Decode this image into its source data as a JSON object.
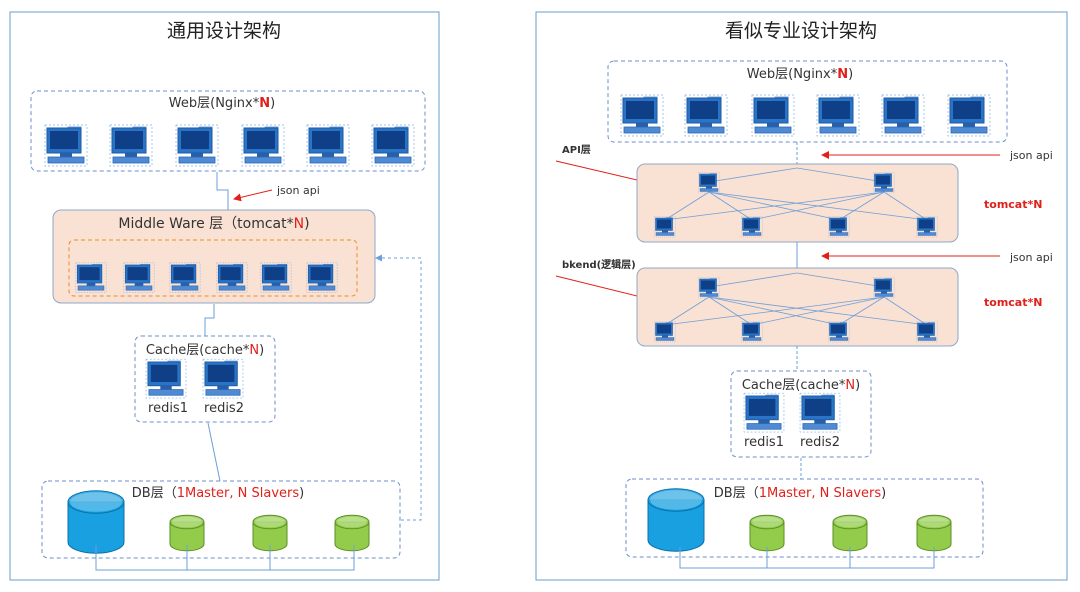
{
  "colors": {
    "panel_border": "#6a9ccd",
    "dash_border": "#6a8fc9",
    "middleware_fill": "#f9e1d3",
    "middleware_border": "#8ea8c9",
    "inner_dash": "#f08a28",
    "accent_red": "#e0201b",
    "connector": "#6d9fd8",
    "master_db": "#19a0e0",
    "slave_db": "#93cc4b",
    "computer": "#2a74c7"
  },
  "icons": {
    "server": "computer-icon",
    "database": "database-icon"
  },
  "left": {
    "title": "通用设计架构",
    "web_layer": {
      "prefix": "Web层(Nginx*",
      "n": "N",
      "suffix": ")"
    },
    "json_api": "json api",
    "middleware": {
      "prefix": "Middle Ware 层（tomcat*",
      "n": "N",
      "suffix": ")"
    },
    "cache": {
      "prefix": "Cache层(cache*",
      "n": "N",
      "suffix": ")"
    },
    "redis": [
      "redis1",
      "redis2"
    ],
    "db": {
      "prefix": "DB层（",
      "highlight": "1Master, N Slavers",
      "suffix": ")"
    }
  },
  "right": {
    "title": "看似专业设计架构",
    "web_layer": {
      "prefix": "Web层(Nginx*",
      "n": "N",
      "suffix": ")"
    },
    "json_api_1": "json api",
    "json_api_2": "json api",
    "api_label": "API层",
    "bkend_label": "bkend(逻辑层)",
    "tomcat_1": "tomcat*N",
    "tomcat_2": "tomcat*N",
    "cache": {
      "prefix": "Cache层(cache*",
      "n": "N",
      "suffix": ")"
    },
    "redis": [
      "redis1",
      "redis2"
    ],
    "db": {
      "prefix": "DB层（",
      "highlight": "1Master, N Slavers",
      "suffix": ")"
    }
  }
}
